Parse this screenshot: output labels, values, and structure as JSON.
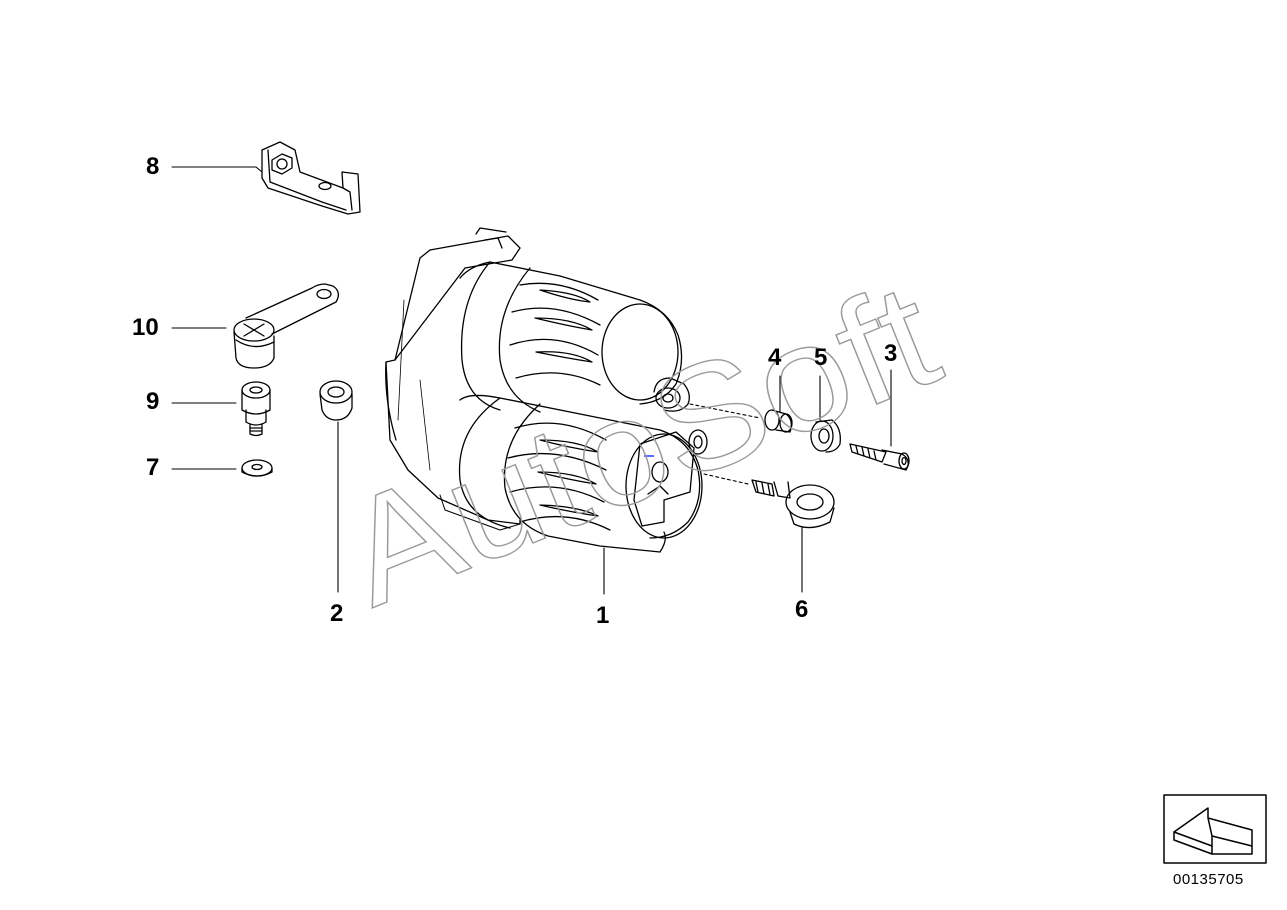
{
  "diagram": {
    "callouts": [
      {
        "id": "1",
        "label": "1"
      },
      {
        "id": "2",
        "label": "2"
      },
      {
        "id": "3",
        "label": "3"
      },
      {
        "id": "4",
        "label": "4"
      },
      {
        "id": "5",
        "label": "5"
      },
      {
        "id": "6",
        "label": "6"
      },
      {
        "id": "7",
        "label": "7"
      },
      {
        "id": "8",
        "label": "8"
      },
      {
        "id": "9",
        "label": "9"
      },
      {
        "id": "10",
        "label": "10"
      }
    ],
    "watermark": "AutoSoft",
    "document_number": "00135705"
  },
  "icons": {
    "orientation_arrow": "arrow-icon"
  },
  "colors": {
    "line": "#000000",
    "watermark": "#9a9a9a",
    "accent": "#5a6bff"
  }
}
